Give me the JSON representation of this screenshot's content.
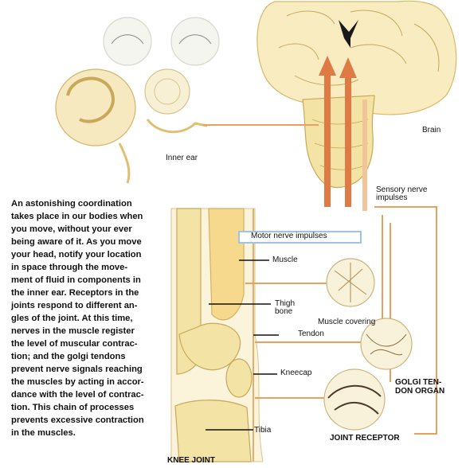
{
  "labels": {
    "inner_ear": "Inner ear",
    "brain": "Brain",
    "sensory_nerve_line1": "Sensory nerve",
    "sensory_nerve_line2": "impulses",
    "motor_nerve": "Motor nerve impulses",
    "muscle": "Muscle",
    "thigh_bone_line1": "Thigh",
    "thigh_bone_line2": "bone",
    "muscle_covering": "Muscle covering",
    "tendon": "Tendon",
    "kneecap": "Kneecap",
    "golgi_line1": "GOLGI TEN-",
    "golgi_line2": "DON ORGAN",
    "tibia": "Tibia",
    "joint_receptor": "JOINT RECEPTOR",
    "knee_joint": "KNEE JOINT"
  },
  "paragraph": [
    "An astonishing coordination",
    "takes place in our bodies when",
    "you move, without your ever",
    "being aware of it. As you move",
    "your head, notify your location",
    "in space through the move-",
    "ment of fluid in components in",
    "the inner ear. Receptors in the",
    "joints respond to different an-",
    "gles of the joint. At this time,",
    "nerves in the muscle register",
    "the level of muscular contrac-",
    "tion; and the golgi tendons",
    "prevent nerve signals reaching",
    "the muscles by acting in accor-",
    "dance with the level of contrac-",
    "tion. This chain of processes",
    "prevents excessive contraction",
    "in the muscles."
  ],
  "colors": {
    "nerve": "#e8a05c",
    "arrow": "#e07a45",
    "bone": "#f3e3a4",
    "bone_outline": "#c9a85a",
    "muscle": "#f6d98c",
    "motor_box": "#9ec3e3"
  }
}
